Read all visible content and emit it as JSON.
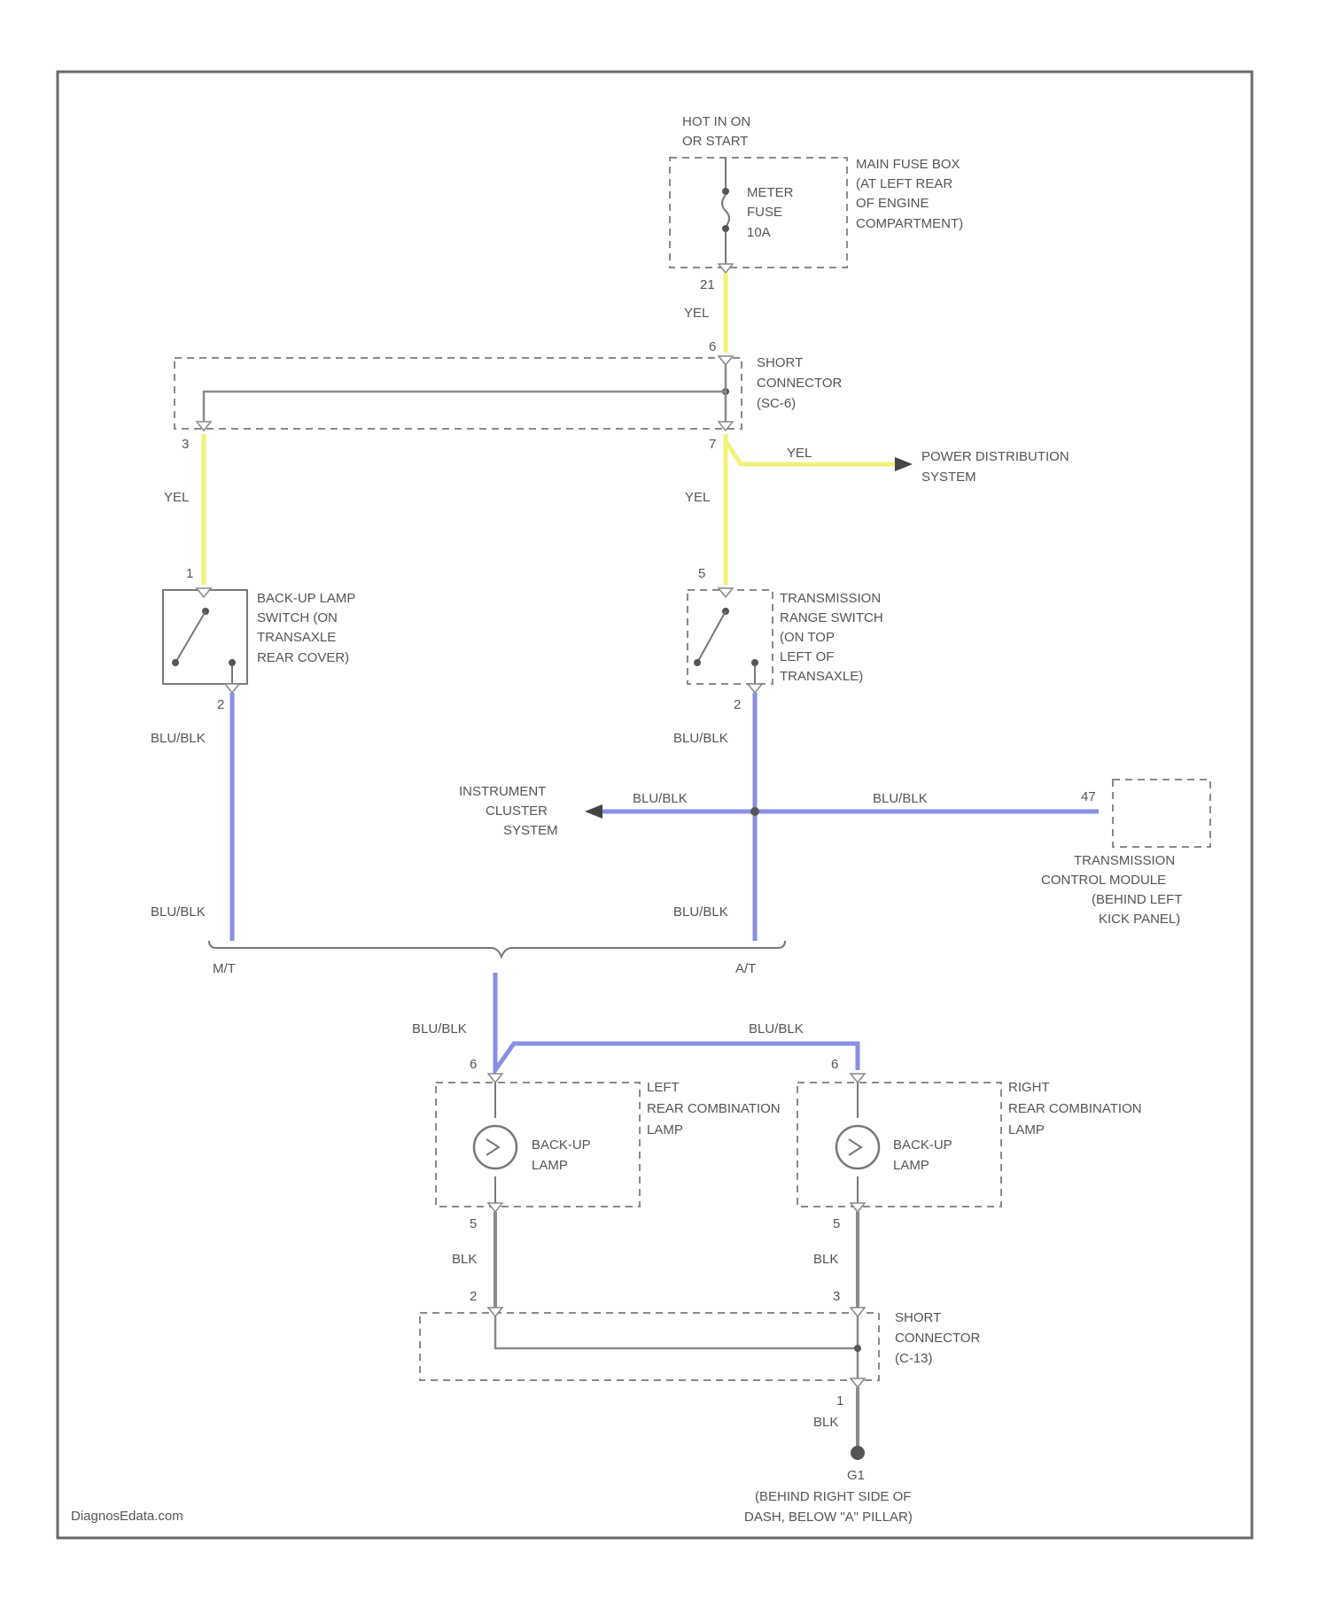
{
  "fuse_box": {
    "hot_line1": "HOT IN ON",
    "hot_line2": "OR START",
    "fuse_line1": "METER",
    "fuse_line2": "FUSE",
    "fuse_line3": "10A",
    "desc_line1": "MAIN FUSE BOX",
    "desc_line2": "(AT LEFT REAR",
    "desc_line3": "OF ENGINE",
    "desc_line4": "COMPARTMENT)",
    "pin_out": "21"
  },
  "short_connector_top": {
    "line1": "SHORT",
    "line2": "CONNECTOR",
    "line3": "(SC-6)",
    "pin_in": "6",
    "pin_left": "3",
    "pin_right": "7"
  },
  "wire_labels": {
    "yel": "YEL",
    "blu_blk": "BLU/BLK",
    "blk": "BLK"
  },
  "power_distribution": {
    "line1": "POWER DISTRIBUTION",
    "line2": "SYSTEM"
  },
  "backup_switch": {
    "line1": "BACK-UP LAMP",
    "line2": "SWITCH (ON",
    "line3": "TRANSAXLE",
    "line4": "REAR COVER)",
    "pin_top": "1",
    "pin_bottom": "2"
  },
  "range_switch": {
    "line1": "TRANSMISSION",
    "line2": "RANGE SWITCH",
    "line3": "(ON TOP",
    "line4": "LEFT OF",
    "line5": "TRANSAXLE)",
    "pin_top": "5",
    "pin_bottom": "2"
  },
  "instrument_cluster": {
    "line1": "INSTRUMENT",
    "line2": "CLUSTER",
    "line3": "SYSTEM"
  },
  "tcm": {
    "pin": "47",
    "line1": "TRANSMISSION",
    "line2": "CONTROL MODULE",
    "line3": "(BEHIND LEFT",
    "line4": "KICK PANEL)"
  },
  "options": {
    "mt": "M/T",
    "at": "A/T"
  },
  "left_lamp": {
    "line1": "LEFT",
    "line2": "REAR COMBINATION",
    "line3": "LAMP",
    "bulb1": "BACK-UP",
    "bulb2": "LAMP",
    "pin_top": "6",
    "pin_bottom": "5"
  },
  "right_lamp": {
    "line1": "RIGHT",
    "line2": "REAR COMBINATION",
    "line3": "LAMP",
    "bulb1": "BACK-UP",
    "bulb2": "LAMP",
    "pin_top": "6",
    "pin_bottom": "5"
  },
  "short_connector_bottom": {
    "line1": "SHORT",
    "line2": "CONNECTOR",
    "line3": "(C-13)",
    "pin_left": "2",
    "pin_right": "3",
    "pin_out": "1"
  },
  "ground": {
    "id": "G1",
    "line1": "(BEHIND RIGHT SIDE OF",
    "line2": "DASH, BELOW \"A\" PILLAR)"
  },
  "footer": {
    "credit": "DiagnosEdata.com"
  }
}
